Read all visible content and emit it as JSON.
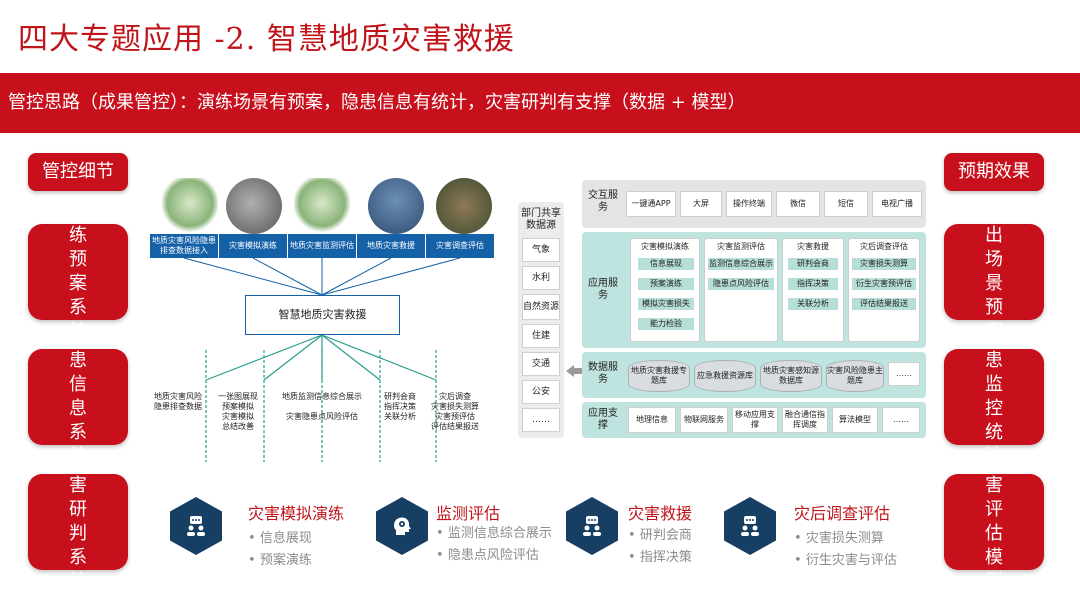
{
  "title": "四大专题应用 -2. 智慧地质灾害救援",
  "banner": "管控思路（成果管控）：演练场景有预案，隐患信息有统计，灾害研判有支撑（数据 + 模型）",
  "left_side": {
    "header": "管控细节",
    "items": [
      "演练预案系统",
      "隐患信息系统",
      "灾害研判系统"
    ]
  },
  "right_side": {
    "header": "预期效果",
    "items": [
      "输出场景预案",
      "隐患监控统计",
      "灾害评估模型"
    ]
  },
  "diagram": {
    "topics": [
      "地质灾害风险隐患排查数据接入",
      "灾害模拟演练",
      "地质灾害监测评估",
      "地质灾害救援",
      "灾害调查评估"
    ],
    "center": "智慧地质灾害救援",
    "branches": [
      "地质灾害风险\n隐患排查数据",
      "一张图展现\n预案模拟\n灾害模拟\n总结改善",
      "地质监测信息综合展示\n\n灾害隐患点风险评估",
      "研判会商\n指挥决策\n关联分析",
      "灾后调查\n灾害损失测算\n灾害预评估\n评估结果报送"
    ]
  },
  "resources": {
    "title": "部门共享数据源",
    "items": [
      "气象",
      "水利",
      "自然资源",
      "住建",
      "交通",
      "公安",
      "……"
    ]
  },
  "architecture": {
    "interaction": {
      "label": "交互服务",
      "items": [
        "一键通APP",
        "大屏",
        "操作终端",
        "微信",
        "短信",
        "电视广播"
      ]
    },
    "application": {
      "label": "应用服务",
      "cards": [
        {
          "title": "灾害模拟演练",
          "tags": [
            "信息展现",
            "预案演练",
            "模拟灾害损失",
            "能力检验"
          ]
        },
        {
          "title": "灾害监测评估",
          "tags": [
            "监测信息综合展示",
            "隐患点风险评估"
          ]
        },
        {
          "title": "灾害救援",
          "tags": [
            "研判会商",
            "指挥决策",
            "关联分析"
          ]
        },
        {
          "title": "灾后调查评估",
          "tags": [
            "灾害损失测算",
            "衍生灾害预评估",
            "评估结果报送"
          ]
        }
      ]
    },
    "data": {
      "label": "数据服务",
      "items": [
        "地质灾害救援专题库",
        "应急救援资源库",
        "地质灾害感知源数据库",
        "灾害风险隐患主题库",
        "……"
      ]
    },
    "support": {
      "label": "应用支撑",
      "items": [
        "地理信息",
        "物联网服务",
        "移动应用支撑",
        "融合通信指挥调度",
        "算法模型",
        "……"
      ]
    }
  },
  "features": [
    {
      "title": "灾害模拟演练",
      "items": [
        "信息展现",
        "预案演练"
      ],
      "icon": "chat-user-icon"
    },
    {
      "title": "监测评估",
      "items": [
        "监测信息综合展示",
        "隐患点风险评估"
      ],
      "icon": "head-gear-icon"
    },
    {
      "title": "灾害救援",
      "items": [
        "研判会商",
        "指挥决策"
      ],
      "icon": "chat-user-icon"
    },
    {
      "title": "灾后调查评估",
      "items": [
        "灾害损失测算",
        "衍生灾害与评估"
      ],
      "icon": "chat-user-icon"
    }
  ],
  "colors": {
    "brand_red": "#c8101d",
    "title_red": "#c0141a",
    "diagram_blue": "#1561a8",
    "hex_navy": "#173f63",
    "tag_teal": "#b7dfd9"
  }
}
